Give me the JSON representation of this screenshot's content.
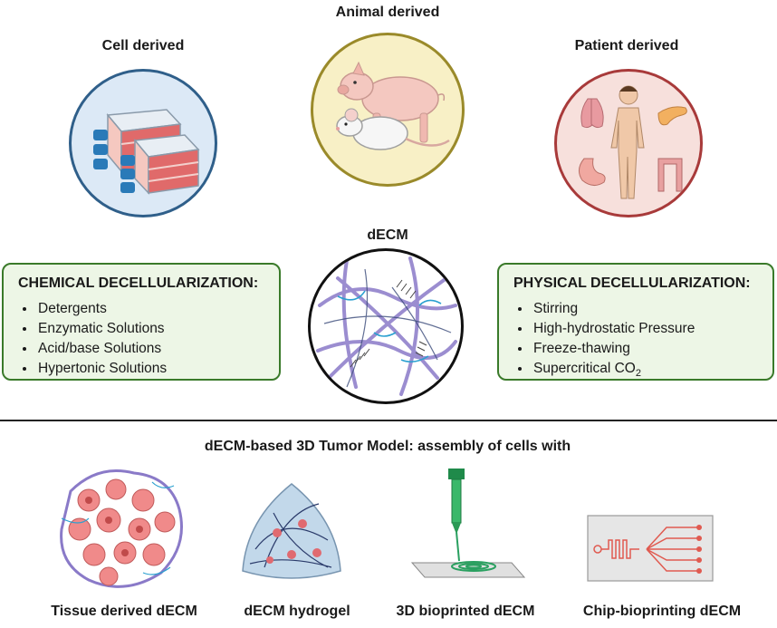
{
  "top": {
    "animal_label": "Animal derived",
    "cell_label": "Cell derived",
    "patient_label": "Patient derived"
  },
  "center": {
    "decm_label": "dECM"
  },
  "chemical": {
    "title": "CHEMICAL DECELLULARIZATION:",
    "items": [
      "Detergents",
      "Enzymatic Solutions",
      "Acid/base Solutions",
      "Hypertonic Solutions"
    ]
  },
  "physical": {
    "title": "PHYSICAL DECELLULARIZATION:",
    "items": [
      "Stirring",
      "High-hydrostatic Pressure",
      "Freeze-thawing",
      "Supercritical CO"
    ],
    "co2_subscript": "2"
  },
  "bottom": {
    "heading": "dECM-based 3D Tumor Model: assembly of cells with",
    "models": [
      {
        "label": "Tissue derived dECM"
      },
      {
        "label": "dECM hydrogel"
      },
      {
        "label": "3D bioprinted dECM"
      },
      {
        "label": "Chip-bioprinting dECM"
      }
    ]
  },
  "colors": {
    "cell_border": "#2f5f8a",
    "cell_fill": "#dce9f6",
    "animal_border": "#9a8a2a",
    "animal_fill": "#f8f0c6",
    "patient_border": "#a83a3a",
    "patient_fill": "#f7e0dc",
    "box_border": "#3a7a2a",
    "box_fill": "#edf6e6"
  }
}
